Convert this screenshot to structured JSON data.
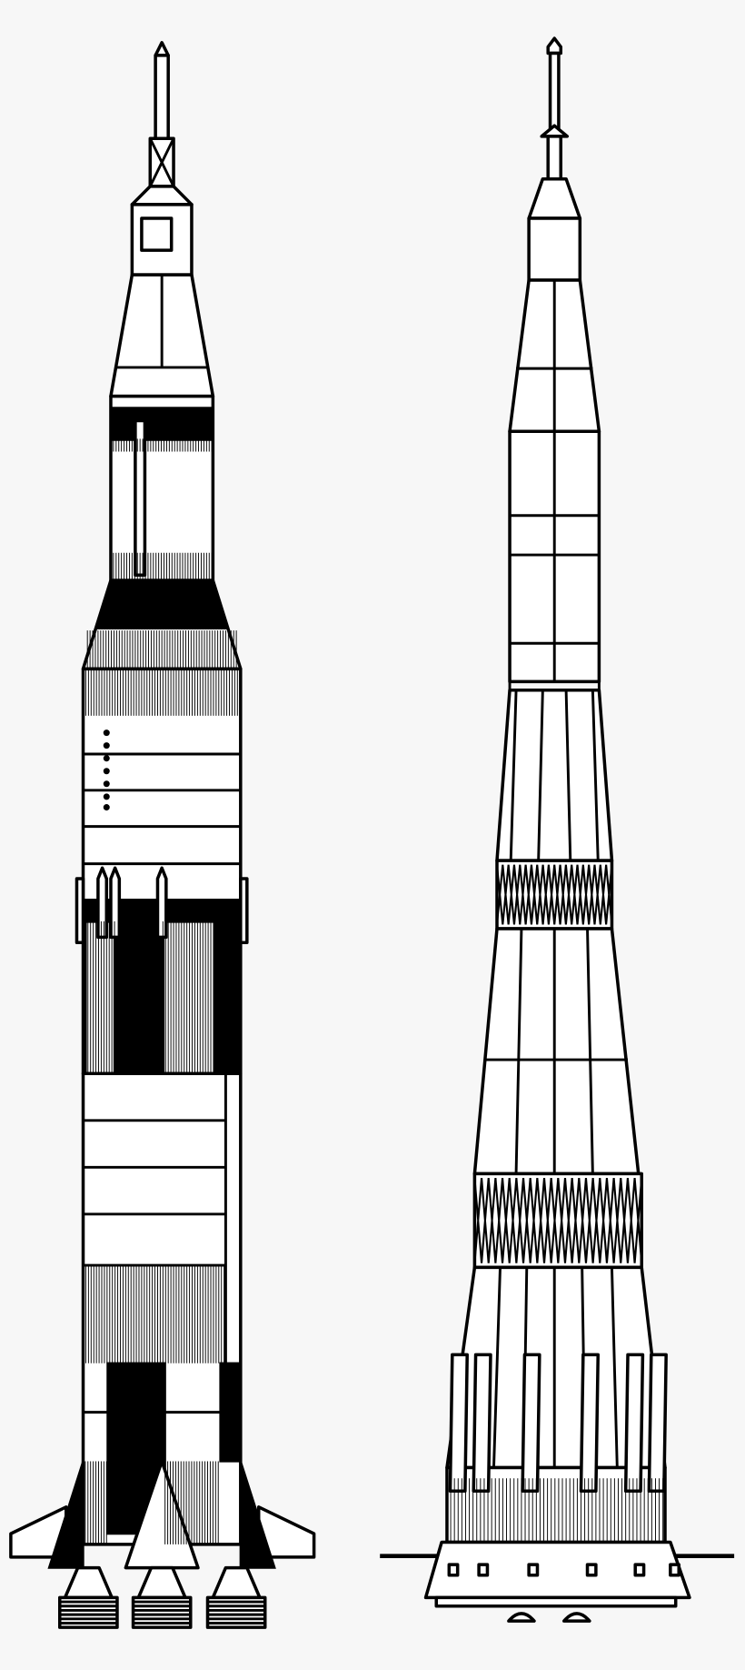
{
  "colors": {
    "background": "#f7f7f7",
    "line": "#000000",
    "fill": "#ffffff"
  },
  "figures": [
    {
      "id": "saturn-v",
      "kind": "rocket-line-drawing"
    },
    {
      "id": "n1",
      "kind": "rocket-line-drawing"
    }
  ]
}
